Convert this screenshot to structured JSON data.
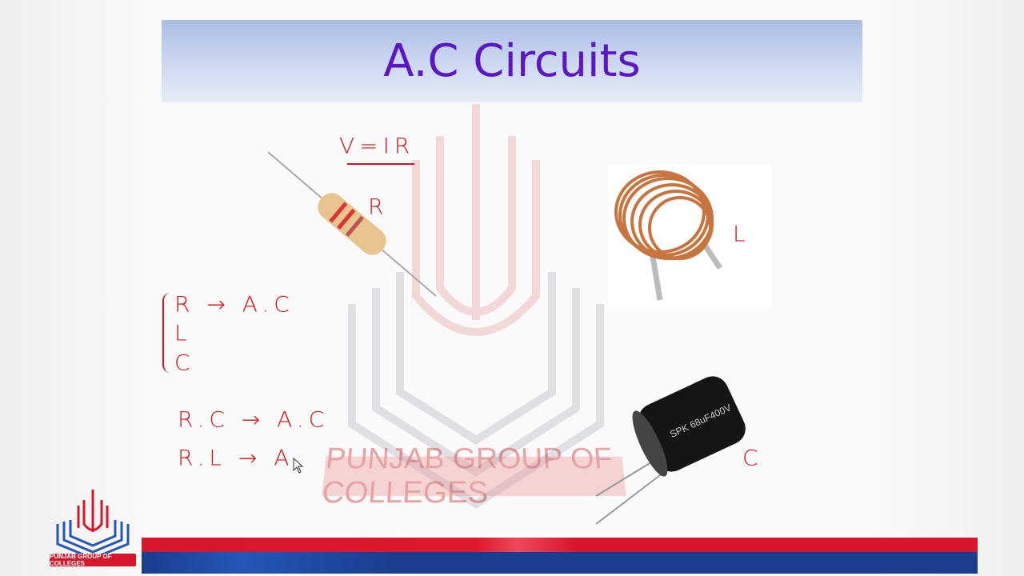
{
  "slide": {
    "title": "A.C Circuits",
    "watermark_text": "PUNJAB GROUP OF COLLEGES",
    "logo_text": "PUNJAB GROUP OF COLLEGES"
  },
  "annotations": {
    "formula": "V=IR",
    "resistor_label": "R",
    "inductor_label": "L",
    "capacitor_label": "C",
    "list": [
      "R → A.C",
      "L",
      "C"
    ],
    "combo_rc": "R.C → A.C",
    "combo_rl": "R.L → A."
  },
  "capacitor_print": "SPK 68uF400V",
  "colors": {
    "title": "#5b17c4",
    "ink": "#d2151b",
    "bar_red": "#d8162a",
    "bar_blue": "#1a3d8e"
  }
}
